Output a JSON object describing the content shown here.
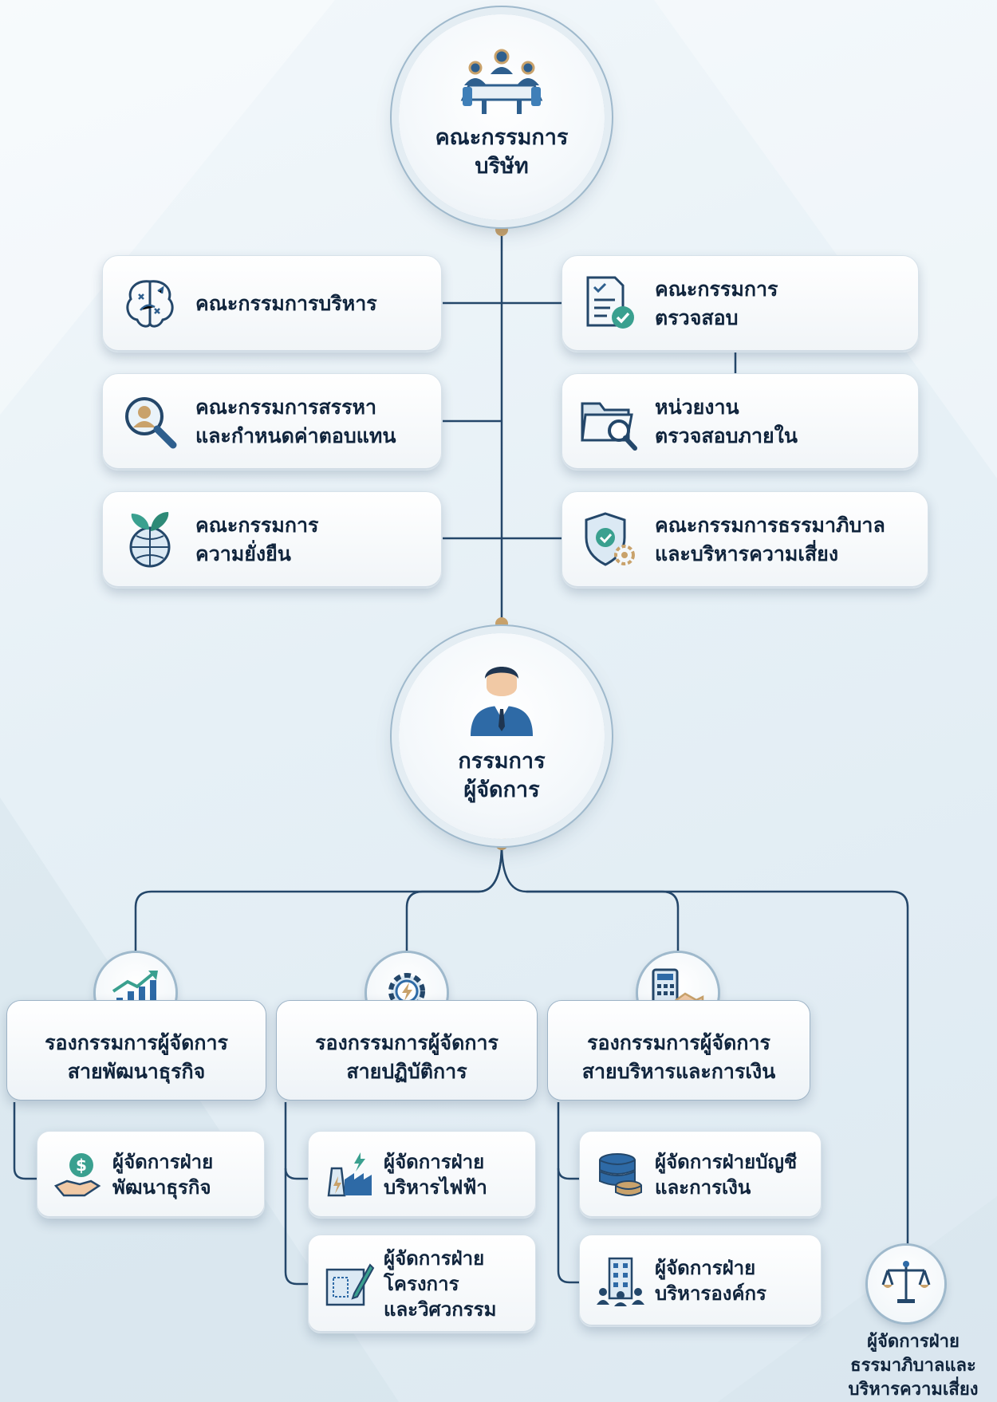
{
  "board": {
    "title": "คณะกรรมการ\nบริษัท",
    "icon": "boardroom-meeting-icon"
  },
  "committees_left": [
    {
      "label": "คณะกรรมการบริหาร",
      "icon": "brain-strategy-icon"
    },
    {
      "label": "คณะกรรมการสรรหา\nและกำหนดค่าตอบแทน",
      "icon": "magnifier-person-icon"
    },
    {
      "label": "คณะกรรมการ\nความยั่งยืน",
      "icon": "globe-leaves-icon"
    }
  ],
  "committees_right": [
    {
      "label": "คณะกรรมการ\nตรวจสอบ",
      "icon": "document-check-icon"
    },
    {
      "label": "หน่วยงาน\nตรวจสอบภายใน",
      "icon": "folder-search-icon"
    },
    {
      "label": "คณะกรรมการธรรมาภิบาล\nและบริหารความเสี่ยง",
      "icon": "shield-gear-icon"
    }
  ],
  "ceo": {
    "title": "กรรมการ\nผู้จัดการ",
    "icon": "businessman-icon"
  },
  "vps": [
    {
      "label": "รองกรรมการผู้จัดการ\nสายพัฒนาธุรกิจ",
      "icon": "growth-chart-icon",
      "managers": [
        {
          "label": "ผู้จัดการฝ่าย\nพัฒนาธุรกิจ",
          "icon": "hand-coin-icon"
        }
      ]
    },
    {
      "label": "รองกรรมการผู้จัดการ\nสายปฏิบัติการ",
      "icon": "gear-lightning-icon",
      "managers": [
        {
          "label": "ผู้จัดการฝ่าย\nบริหารไฟฟ้า",
          "icon": "power-plant-icon"
        },
        {
          "label": "ผู้จัดการฝ่าย\nโครงการ\nและวิศวกรรม",
          "icon": "blueprint-pen-icon"
        }
      ]
    },
    {
      "label": "รองกรรมการผู้จัดการ\nสายบริหารและการเงิน",
      "icon": "calculator-handshake-icon",
      "managers": [
        {
          "label": "ผู้จัดการฝ่ายบัญชี\nและการเงิน",
          "icon": "database-stack-icon"
        },
        {
          "label": "ผู้จัดการฝ่าย\nบริหารองค์กร",
          "icon": "office-building-icon"
        }
      ]
    }
  ],
  "governance_manager": {
    "label": "ผู้จัดการฝ่าย\nธรรมาภิบาลและ\nบริหารความเสี่ยง",
    "icon": "scales-justice-icon"
  },
  "colors": {
    "line": "#24476a",
    "accent": "#2e7fc1",
    "teal": "#3aa08f",
    "joint": "#c9a26b"
  }
}
